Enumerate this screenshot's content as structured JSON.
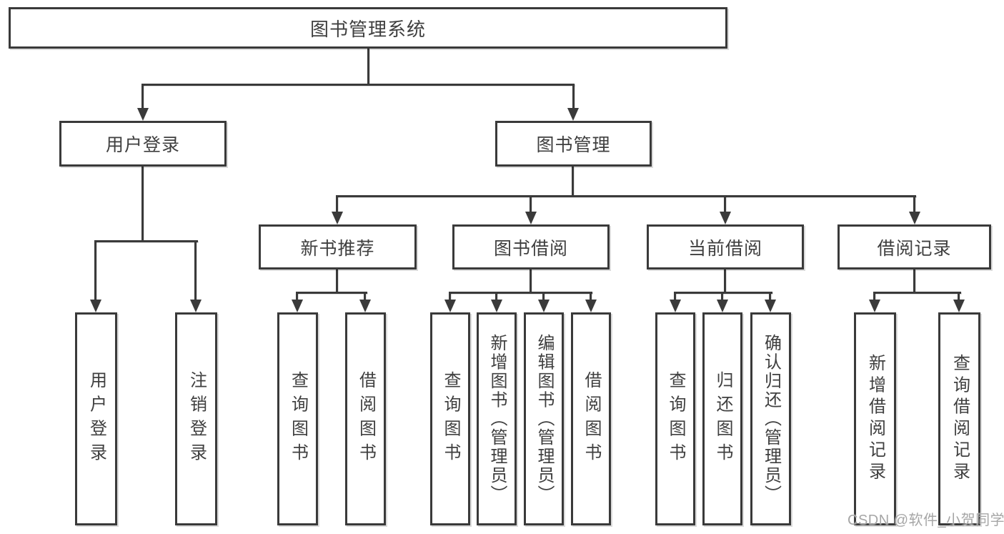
{
  "diagram": {
    "root": {
      "label": "图书管理系统"
    },
    "level2": {
      "user_login": {
        "label": "用户登录"
      },
      "book_management": {
        "label": "图书管理"
      }
    },
    "level3": {
      "new_book_recommend": {
        "label": "新书推荐"
      },
      "book_borrow": {
        "label": "图书借阅"
      },
      "current_borrow": {
        "label": "当前借阅"
      },
      "borrow_records": {
        "label": "借阅记录"
      }
    },
    "leaves": {
      "user": [
        "用户登录",
        "注销登录"
      ],
      "newbook": [
        "查询图书",
        "借阅图书"
      ],
      "borrow": [
        "查询图书",
        "新增图书（管理员）",
        "编辑图书（管理员）",
        "借阅图书"
      ],
      "current": [
        "查询图书",
        "归还图书",
        "确认归还（管理员）"
      ],
      "records": [
        "新增借阅记录",
        "查询借阅记录"
      ]
    }
  },
  "watermark": {
    "text": "CSDN @软件_小贺同学"
  },
  "colors": {
    "background": "#ffffff",
    "line": "#3a3a3a",
    "box_border": "#3a3a3a",
    "text": "#3f3f3f",
    "watermark": "#a6a6a6"
  }
}
